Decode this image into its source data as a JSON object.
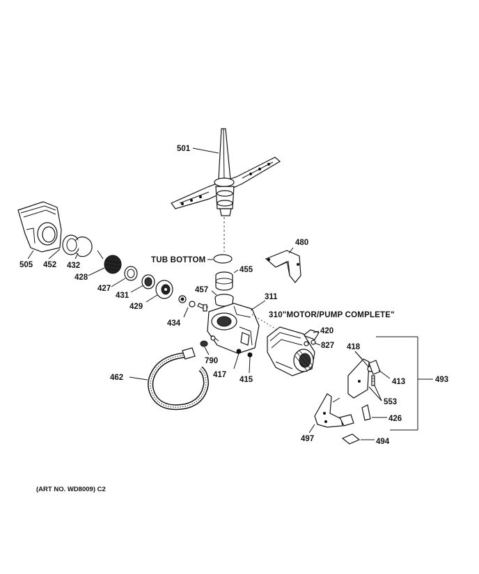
{
  "labels": {
    "p501": "501",
    "p505": "505",
    "p452": "452",
    "p432": "432",
    "p428": "428",
    "p427": "427",
    "p431": "431",
    "p429": "429",
    "p434": "434",
    "p457": "457",
    "p455": "455",
    "p480": "480",
    "p311": "311",
    "tub_bottom": "TUB BOTTOM",
    "motor_pump": "310\"MOTOR/PUMP COMPLETE\"",
    "p420": "420",
    "p827": "827",
    "p418": "418",
    "p413": "413",
    "p493": "493",
    "p553": "553",
    "p426": "426",
    "p497": "497",
    "p494": "494",
    "p462": "462",
    "p790": "790",
    "p417": "417",
    "p415": "415"
  },
  "footer": {
    "art_no": "(ART NO. WD8009) C2"
  }
}
